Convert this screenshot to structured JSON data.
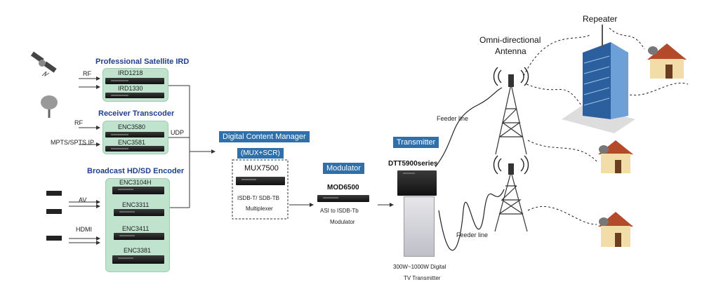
{
  "groups": {
    "satellite": {
      "title": "Professional Satellite IRD",
      "devices": [
        "IRD1218",
        "IRD1330"
      ],
      "inputs": [
        "RF"
      ]
    },
    "transcoder": {
      "title": "Receiver Transcoder",
      "devices": [
        "ENC3580",
        "ENC3581"
      ],
      "inputs": [
        "RF",
        "MPTS/SPTS IP"
      ],
      "output": "UDP"
    },
    "encoder": {
      "title": "Broadcast HD/SD Encoder",
      "devices": [
        "ENC3104H",
        "ENC3311",
        "ENC3411",
        "ENC3381"
      ],
      "inputs": [
        "AV",
        "HDMI"
      ]
    }
  },
  "dcm": {
    "title": "Digital Content Manager",
    "subtitle": "(MUX+SCR)",
    "model": "MUX7500",
    "desc1": "ISDB-T/ SDB-TB",
    "desc2": "Multiplexer"
  },
  "modulator": {
    "title": "Modulator",
    "model": "MOD6500",
    "desc1": "ASI to ISDB-Tb",
    "desc2": "Modulator"
  },
  "transmitter": {
    "title": "Transmitter",
    "model": "DTT5900series",
    "desc1": "300W~1000W Digital",
    "desc2": "TV Transmitter"
  },
  "antenna": {
    "label1": "Omni-directional",
    "label2": "Antenna"
  },
  "repeater": {
    "label": "Repeater"
  },
  "feeders": {
    "top": "Feeder line",
    "bottom": "Feeder line"
  },
  "colors": {
    "group_fill": "#bfe3cc",
    "title_blue": "#1f3f8f",
    "box_blue": "#2f6faa"
  }
}
